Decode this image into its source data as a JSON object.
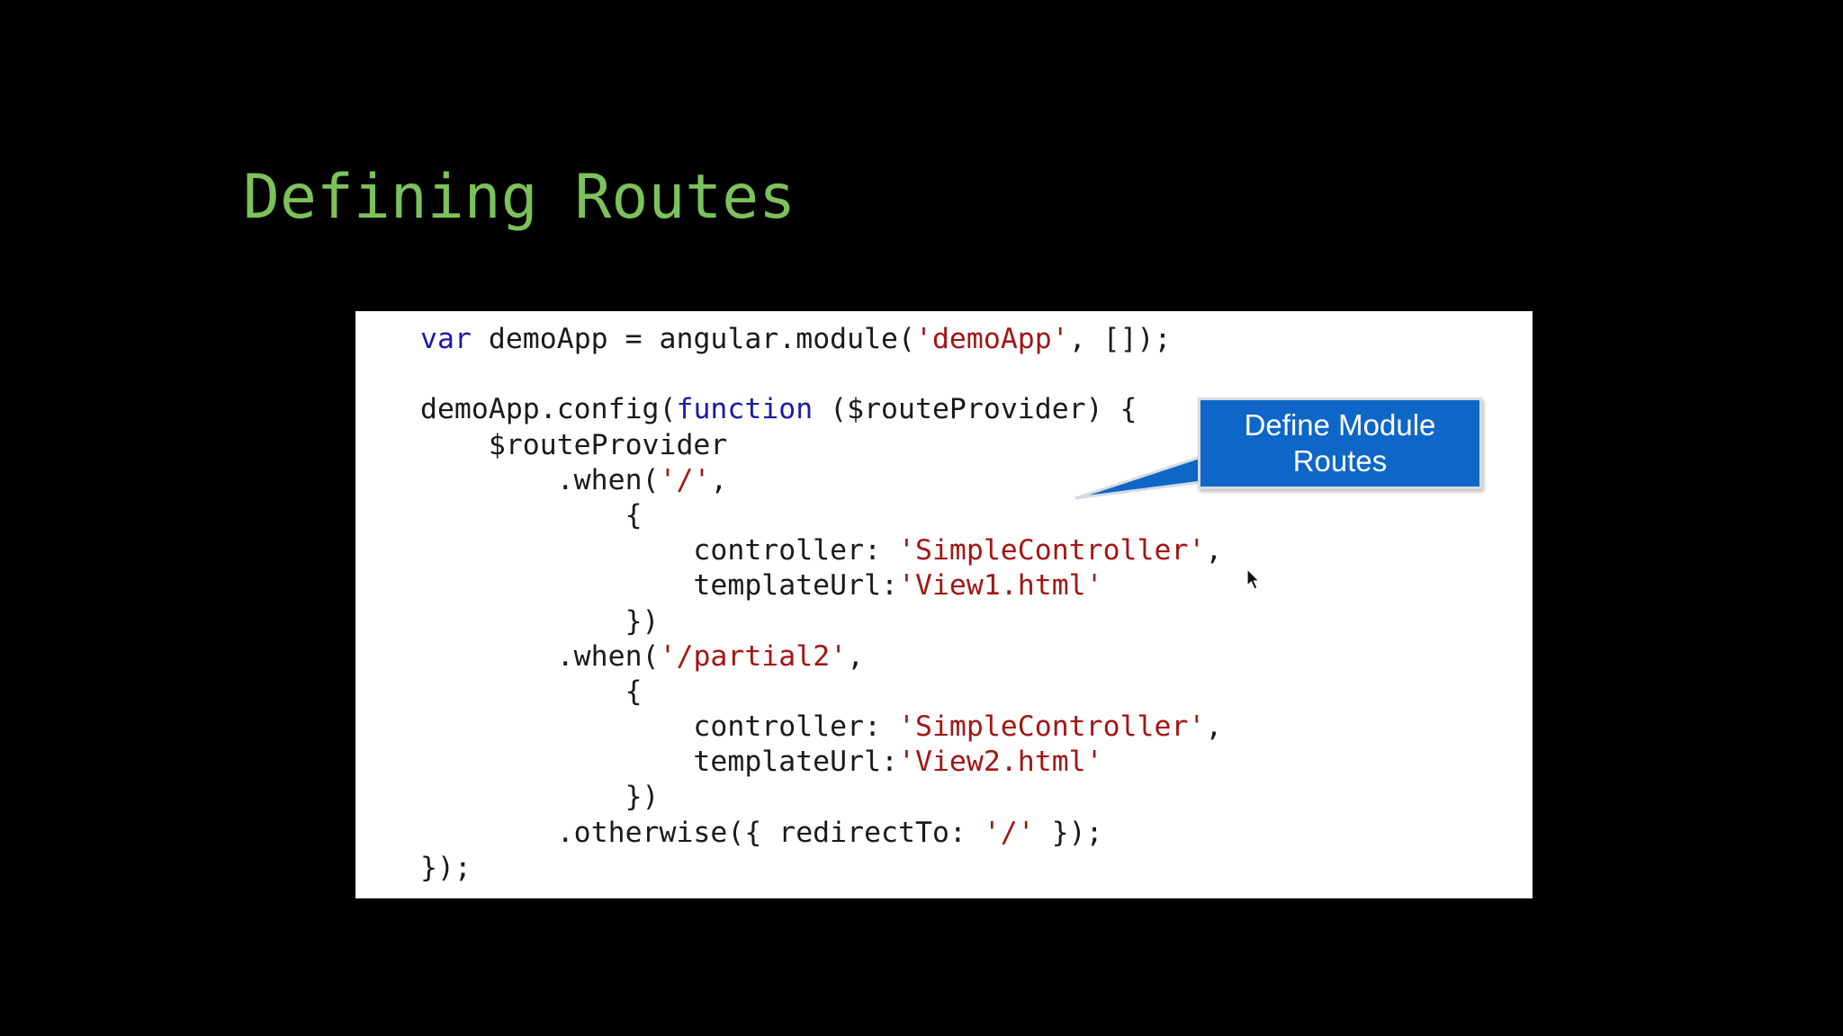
{
  "slide": {
    "title": "Defining Routes"
  },
  "code": {
    "lines": [
      [
        {
          "t": "var",
          "c": "kw"
        },
        {
          "t": " demoApp = angular.module("
        },
        {
          "t": "'demoApp'",
          "c": "str"
        },
        {
          "t": ", []);"
        }
      ],
      [],
      [
        {
          "t": "demoApp.config("
        },
        {
          "t": "function",
          "c": "kw"
        },
        {
          "t": " ($routeProvider) {"
        }
      ],
      [
        {
          "t": "    $routeProvider"
        }
      ],
      [
        {
          "t": "        .when("
        },
        {
          "t": "'/'",
          "c": "str"
        },
        {
          "t": ","
        }
      ],
      [
        {
          "t": "            {"
        }
      ],
      [
        {
          "t": "                controller: "
        },
        {
          "t": "'SimpleController'",
          "c": "str"
        },
        {
          "t": ","
        }
      ],
      [
        {
          "t": "                templateUrl:"
        },
        {
          "t": "'View1.html'",
          "c": "str"
        }
      ],
      [
        {
          "t": "            })"
        }
      ],
      [
        {
          "t": "        .when("
        },
        {
          "t": "'/partial2'",
          "c": "str"
        },
        {
          "t": ","
        }
      ],
      [
        {
          "t": "            {"
        }
      ],
      [
        {
          "t": "                controller: "
        },
        {
          "t": "'SimpleController'",
          "c": "str"
        },
        {
          "t": ","
        }
      ],
      [
        {
          "t": "                templateUrl:"
        },
        {
          "t": "'View2.html'",
          "c": "str"
        }
      ],
      [
        {
          "t": "            })"
        }
      ],
      [
        {
          "t": "        .otherwise({ redirectTo: "
        },
        {
          "t": "'/'",
          "c": "str"
        },
        {
          "t": " });"
        }
      ],
      [
        {
          "t": "});"
        }
      ]
    ]
  },
  "callout": {
    "text": "Define Module Routes"
  },
  "colors": {
    "background": "#000000",
    "title": "#7cc25a",
    "keyword": "#1a1aa6",
    "string": "#a31515",
    "callout_fill": "#0e67c7"
  },
  "icons": {
    "cursor": "mouse-pointer-icon"
  }
}
